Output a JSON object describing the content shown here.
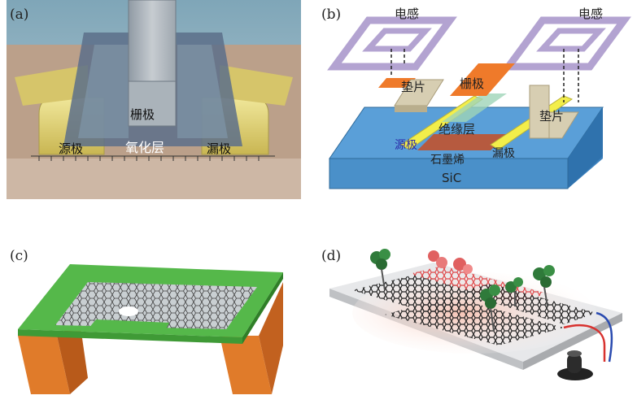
{
  "panels": {
    "a": {
      "label": "(a)",
      "gate": "栅极",
      "source": "源极",
      "oxide": "氧化层",
      "drain": "漏极"
    },
    "b": {
      "label": "(b)",
      "inductor_left": "电感",
      "inductor_right": "电感",
      "gate": "栅极",
      "pad_left": "垫片",
      "pad_right": "垫片",
      "insulator": "绝缘层",
      "source": "源极",
      "graphene": "石墨烯",
      "drain": "漏极",
      "substrate": "SiC"
    },
    "c": {
      "label": "(c)"
    },
    "d": {
      "label": "(d)"
    }
  },
  "colors": {
    "gold": "#e6d77a",
    "graphene_green": "#55b84a",
    "support_orange": "#e07b2a",
    "sic_blue": "#4a90c9",
    "inductor_lavender": "#b3a3d1",
    "gate_orange": "#ef7a2a",
    "pad_tan": "#d7ceb2",
    "electrode_yellow": "#f3ee4a"
  }
}
